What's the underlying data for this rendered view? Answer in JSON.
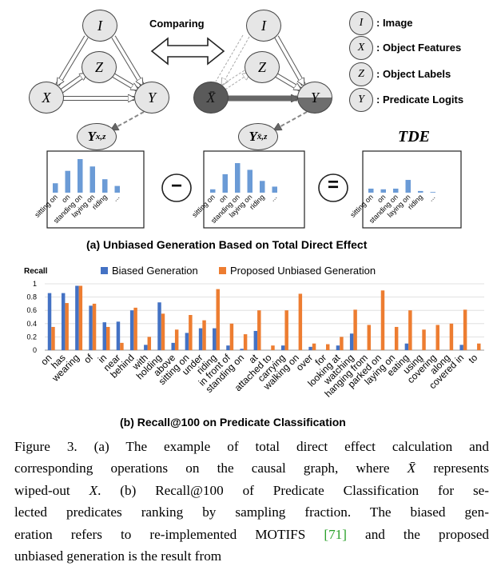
{
  "panel_a": {
    "comparing_label": "Comparing",
    "nodes": {
      "image": "I",
      "object_features": "X",
      "object_labels": "Z",
      "predicate_logits": "Y",
      "wiped_features": "X̄"
    },
    "legend": [
      {
        "symbol": "I",
        "text": ": Image"
      },
      {
        "symbol": "X",
        "text": ": Object Features"
      },
      {
        "symbol": "Z",
        "text": ": Object Labels"
      },
      {
        "symbol": "Y",
        "text": ": Predicate Logits"
      }
    ],
    "outputs": {
      "left_main": "Y",
      "left_sub": "x,z",
      "right_main": "Y",
      "right_sub": "x̄,z",
      "tde": "TDE"
    },
    "minus_sign": "−",
    "equals_sign": "=",
    "mini_chart_labels": [
      "sitting on",
      "on",
      "standing on",
      "laying on",
      "riding",
      "..."
    ],
    "mini_charts": {
      "biased": [
        0.28,
        0.65,
        1.0,
        0.78,
        0.4,
        0.2
      ],
      "wiped": [
        0.1,
        0.55,
        0.88,
        0.68,
        0.35,
        0.18
      ],
      "tde": [
        0.12,
        0.1,
        0.12,
        0.38,
        0.05,
        0.02
      ]
    },
    "caption": "(a) Unbiased Generation Based on Total Direct Effect",
    "bar_color": "#6b9bd6"
  },
  "panel_b": {
    "caption": "(b) Recall@100 on Predicate Classification"
  },
  "chart_data": {
    "type": "bar",
    "ylabel": "Recall",
    "ylim": [
      0,
      1
    ],
    "yticks": [
      "0",
      "0.2",
      "0.4",
      "0.6",
      "0.8",
      "1"
    ],
    "legend_position": "top",
    "categories": [
      "on",
      "has",
      "wearing",
      "of",
      "in",
      "near",
      "behind",
      "with",
      "holding",
      "above",
      "sitting on",
      "under",
      "riding",
      "in front of",
      "standing on",
      "at",
      "attached to",
      "carrying",
      "walking on",
      "over",
      "for",
      "looking at",
      "watching",
      "hanging from",
      "parked on",
      "laying on",
      "eating",
      "using",
      "covering",
      "along",
      "covered in",
      "to"
    ],
    "series": [
      {
        "name": "Biased Generation",
        "color": "#4472c4",
        "values": [
          0.86,
          0.86,
          0.97,
          0.67,
          0.42,
          0.43,
          0.6,
          0.08,
          0.72,
          0.11,
          0.26,
          0.33,
          0.33,
          0.07,
          0.02,
          0.29,
          0.0,
          0.07,
          0.0,
          0.05,
          0.0,
          0.07,
          0.25,
          0.0,
          0.0,
          0.0,
          0.1,
          0.0,
          0.0,
          0.0,
          0.08,
          0.0
        ]
      },
      {
        "name": "Proposed Unbiased Generation",
        "color": "#ed7d31",
        "values": [
          0.35,
          0.71,
          0.97,
          0.7,
          0.35,
          0.11,
          0.64,
          0.2,
          0.55,
          0.31,
          0.53,
          0.45,
          0.92,
          0.4,
          0.24,
          0.6,
          0.07,
          0.6,
          0.85,
          0.1,
          0.09,
          0.2,
          0.61,
          0.38,
          0.9,
          0.35,
          0.6,
          0.31,
          0.38,
          0.4,
          0.61,
          0.1
        ]
      }
    ]
  },
  "figure_caption": {
    "line1": "Figure 3. (a) The example of total direct effect calculation and",
    "line2_a": "corresponding operations on the causal graph, where ",
    "line2_sym": "X̄",
    "line2_b": " represents",
    "line3_a": "wiped-out ",
    "line3_sym": "X",
    "line3_b": ". (b) Recall@100 of Predicate Classification for se-",
    "line4": "lected predicates ranking by sampling fraction. The biased gen-",
    "line5_a": "eration refers to re-implemented MOTIFS ",
    "line5_cite": "[71]",
    "line5_b": " and the proposed",
    "line6": "unbiased generation is the result from"
  }
}
